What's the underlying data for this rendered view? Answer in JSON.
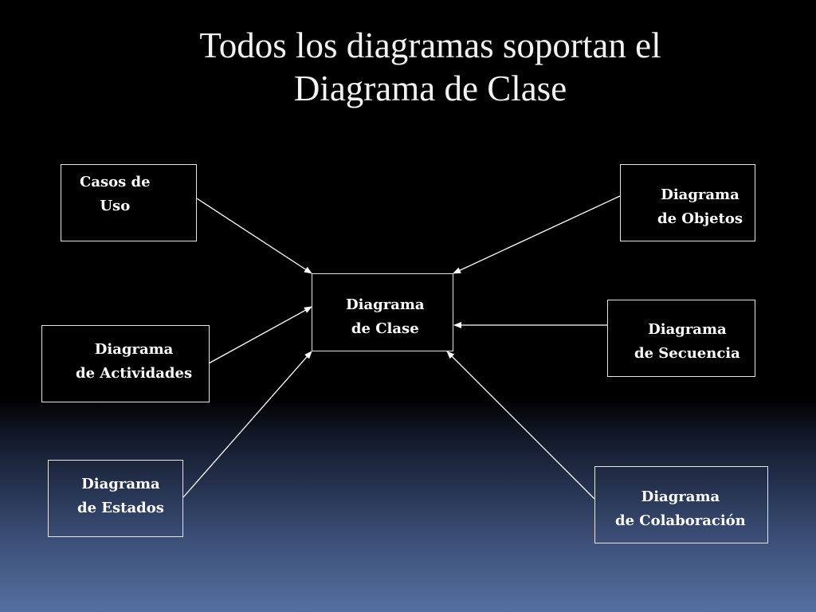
{
  "slide": {
    "title_line_1": "Todos los diagramas soportan el",
    "title_line_2": "Diagrama de Clase"
  },
  "diagram": {
    "center": {
      "line_1": "Diagrama",
      "line_2": "de Clase"
    },
    "casos_de_uso": {
      "line_1": "Casos de",
      "line_2": "Uso"
    },
    "actividades": {
      "line_1": "Diagrama",
      "line_2": "de Actividades"
    },
    "estados": {
      "line_1": "Diagrama",
      "line_2": "de Estados"
    },
    "objetos": {
      "line_1": "Diagrama",
      "line_2": "de Objetos"
    },
    "secuencia": {
      "line_1": "Diagrama",
      "line_2": "de Secuencia"
    },
    "colaboracion": {
      "line_1": "Diagrama",
      "line_2": "de Colaboración"
    }
  },
  "colors": {
    "background_top": "#000000",
    "background_bottom": "#5570a0",
    "line": "#ffffff"
  }
}
